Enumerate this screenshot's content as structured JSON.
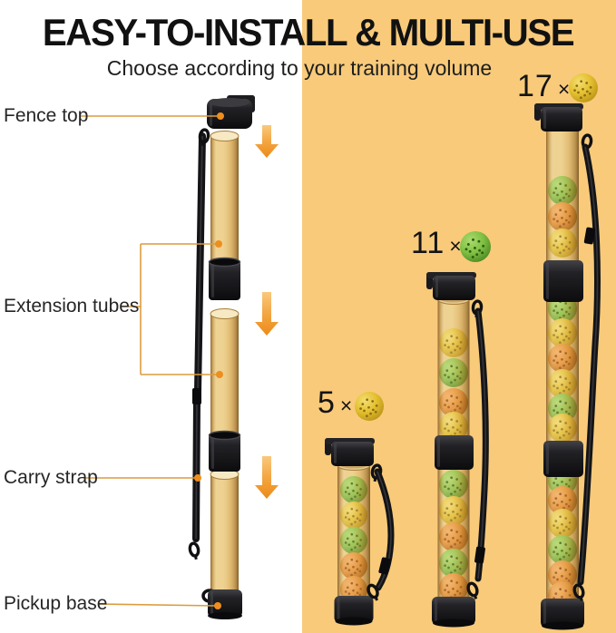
{
  "header": {
    "title": "EASY-TO-INSTALL & MULTI-USE",
    "subtitle": "Choose according to your training volume"
  },
  "left_panel": {
    "labels": {
      "fence_top": "Fence top",
      "extension_tubes": "Extension tubes",
      "carry_strap": "Carry strap",
      "pickup_base": "Pickup base"
    }
  },
  "right_panel": {
    "options": [
      {
        "capacity": "5",
        "times": "×",
        "icon_ball_color": "yellow",
        "ball_segments": [
          [
            "green",
            "yellow",
            "green",
            "orange",
            "orange"
          ]
        ]
      },
      {
        "capacity": "11",
        "times": "×",
        "icon_ball_color": "green",
        "ball_segments": [
          [
            "yellow",
            "green",
            "orange",
            "yellow"
          ],
          [
            "green",
            "yellow",
            "orange",
            "green",
            "orange"
          ]
        ]
      },
      {
        "capacity": "17",
        "times": "×",
        "icon_ball_color": "yellow",
        "ball_segments": [
          [
            "green",
            "orange",
            "yellow"
          ],
          [
            "green",
            "yellow",
            "orange",
            "yellow",
            "green",
            "yellow"
          ],
          [
            "green",
            "orange",
            "yellow",
            "green",
            "orange",
            "orange"
          ]
        ]
      }
    ]
  },
  "colors": {
    "panel_background": "#f8ca7a",
    "accent_orange": "#ee8e1e",
    "leader_line": "#dc9c3e",
    "tube_amber": "#d9a855",
    "hardware_black": "#1a1a1c",
    "ball_yellow": "#e3bf2e",
    "ball_green": "#7fc043",
    "ball_orange": "#e68a2e",
    "text_dark": "#1c1c1c"
  }
}
